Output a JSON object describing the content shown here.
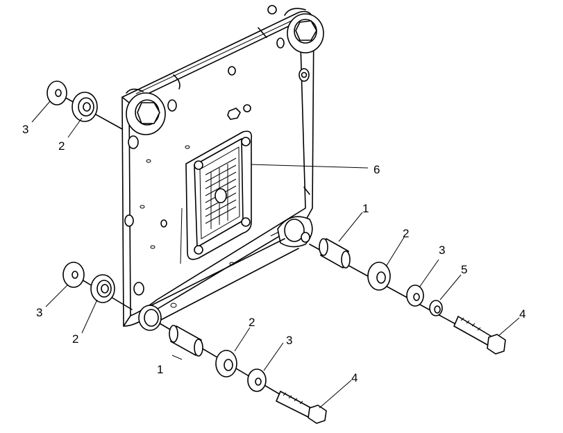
{
  "callouts": [
    {
      "id": "c3-upper-left",
      "text": "3"
    },
    {
      "id": "c2-upper-left",
      "text": "2"
    },
    {
      "id": "c6",
      "text": "6"
    },
    {
      "id": "c3-lower-left",
      "text": "3"
    },
    {
      "id": "c2-lower-left",
      "text": "2"
    },
    {
      "id": "c1-right",
      "text": "1"
    },
    {
      "id": "c2-right",
      "text": "2"
    },
    {
      "id": "c3-right",
      "text": "3"
    },
    {
      "id": "c5",
      "text": "5"
    },
    {
      "id": "c4-right",
      "text": "4"
    },
    {
      "id": "c2-bottom",
      "text": "2"
    },
    {
      "id": "c3-bottom",
      "text": "3"
    },
    {
      "id": "c1-bottom",
      "text": "1"
    },
    {
      "id": "c4-bottom",
      "text": "4"
    }
  ]
}
